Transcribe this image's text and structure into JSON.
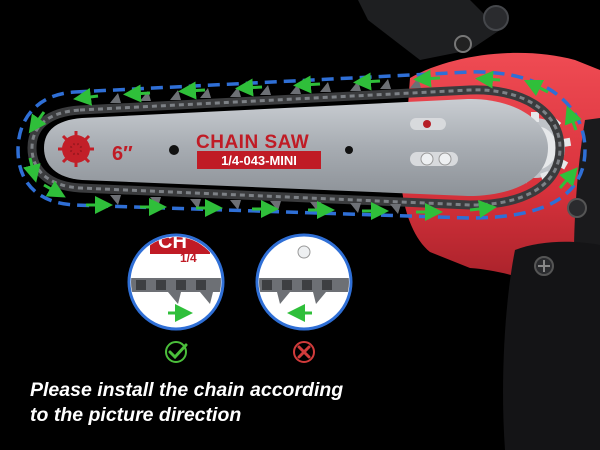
{
  "bar": {
    "title": "CHAIN SAW",
    "size": "6″",
    "spec": "1/4-043-MINI"
  },
  "examples": {
    "correct_label_fragment_1": "CH",
    "correct_label_fragment_2": "1/4",
    "correct_status": "check-icon",
    "wrong_status": "cross-icon"
  },
  "instruction": {
    "line1": "Please install the chain according",
    "line2": "to the picture direction"
  },
  "colors": {
    "saw_body": "#d8323c",
    "bar_metal": "#a7acb2",
    "brand_red": "#c01b25",
    "arrow_green": "#2fbf3a",
    "path_blue": "#2f6fd6",
    "check_green": "#4bbf3b",
    "cross_red": "#d13b3b"
  }
}
